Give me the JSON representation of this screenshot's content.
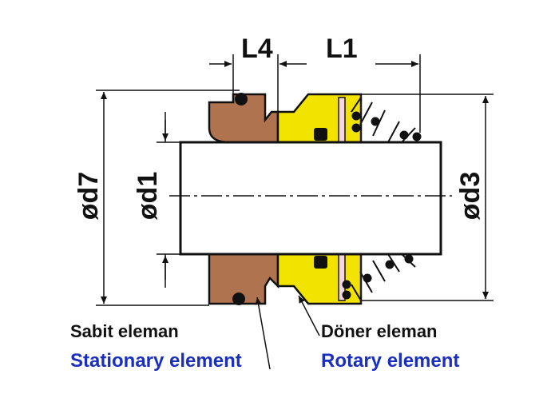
{
  "dimensions": {
    "L4": "L4",
    "L1": "L1",
    "d7": "d7",
    "d1": "d1",
    "d3": "d3"
  },
  "diameter_symbol": "ø",
  "labels": {
    "stationary_tr": "Sabit eleman",
    "stationary_en": "Stationary element",
    "rotary_tr": "Döner eleman",
    "rotary_en": "Rotary element"
  },
  "colors": {
    "stationary_fill": "#b0734f",
    "rotary_fill": "#f2e300",
    "english_text": "#1a2fc0",
    "line": "#111111"
  }
}
